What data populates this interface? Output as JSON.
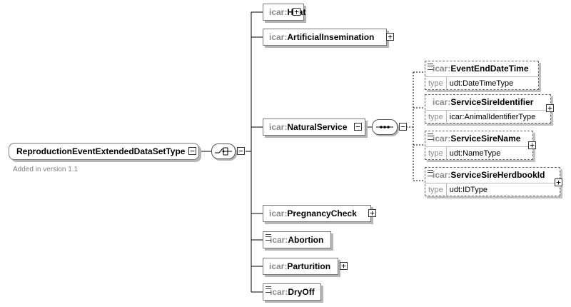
{
  "root": {
    "name": "ReproductionEventExtendedDataSetType",
    "note": "Added in version 1.1"
  },
  "prefix": "icar:",
  "elements": [
    {
      "name": "Heat"
    },
    {
      "name": "ArtificialInsemination"
    },
    {
      "name": "NaturalService"
    },
    {
      "name": "PregnancyCheck"
    },
    {
      "name": "Abortion"
    },
    {
      "name": "Parturition"
    },
    {
      "name": "DryOff"
    }
  ],
  "natural_service_children": [
    {
      "name": "EventEndDateTime",
      "type_label": "type",
      "type": "udt:DateTimeType"
    },
    {
      "name": "ServiceSireIdentifier",
      "type_label": "type",
      "type": "icar:AnimalIdentifierType"
    },
    {
      "name": "ServiceSireName",
      "type_label": "type",
      "type": "udt:NameType"
    },
    {
      "name": "ServiceSireHerdbookId",
      "type_label": "type",
      "type": "udt:IDType"
    }
  ],
  "icons": {
    "expand": "plus-box",
    "collapse": "minus-box",
    "choice": "choice-compositor",
    "sequence": "sequence-compositor",
    "documentation": "documentation-mark"
  }
}
